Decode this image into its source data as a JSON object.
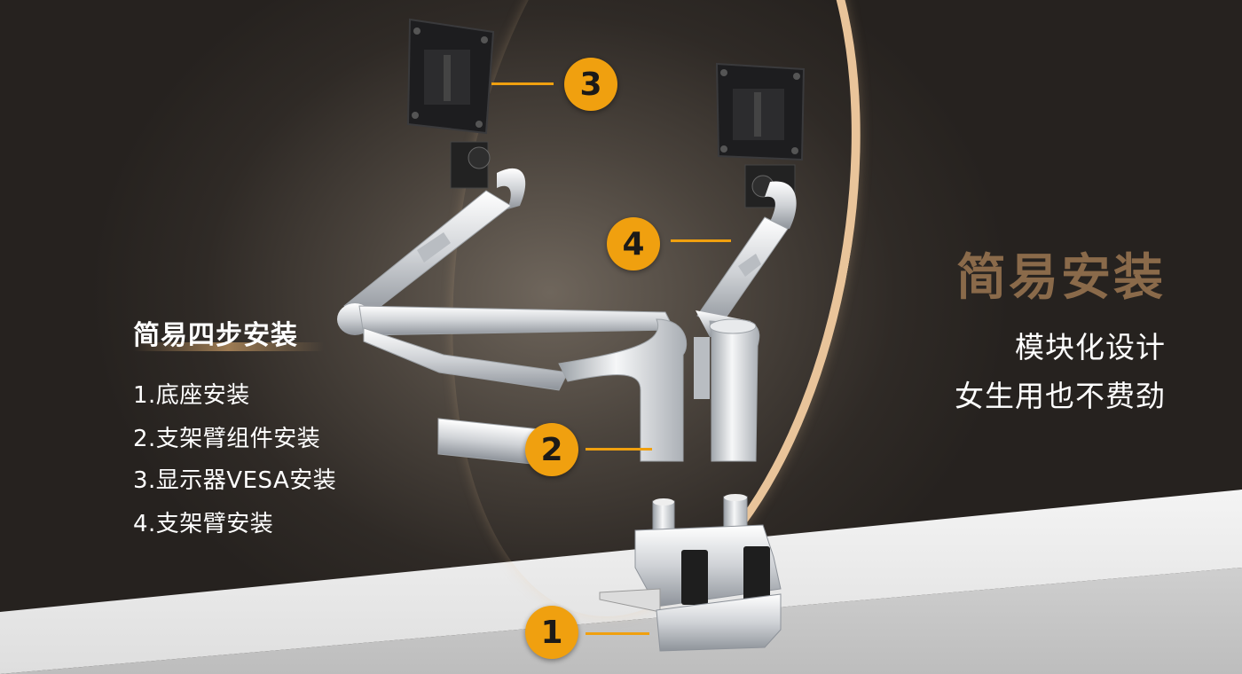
{
  "left_panel": {
    "title": "简易四步安装",
    "steps": [
      "1.底座安装",
      "2.支架臂组件安装",
      "3.显示器VESA安装",
      "4.支架臂安装"
    ]
  },
  "right_panel": {
    "title": "简易安装",
    "subtitle_1": "模块化设计",
    "subtitle_2": "女生用也不费劲"
  },
  "callouts": [
    "1",
    "2",
    "3",
    "4"
  ],
  "colors": {
    "accent": "#f0a00f",
    "title_brown": "#8a6a4a",
    "arc": "#e9c49a",
    "text_white": "#ffffff"
  },
  "icons": [
    "monitor-arm-illustration",
    "vesa-plate-icon",
    "desk-clamp-icon"
  ]
}
